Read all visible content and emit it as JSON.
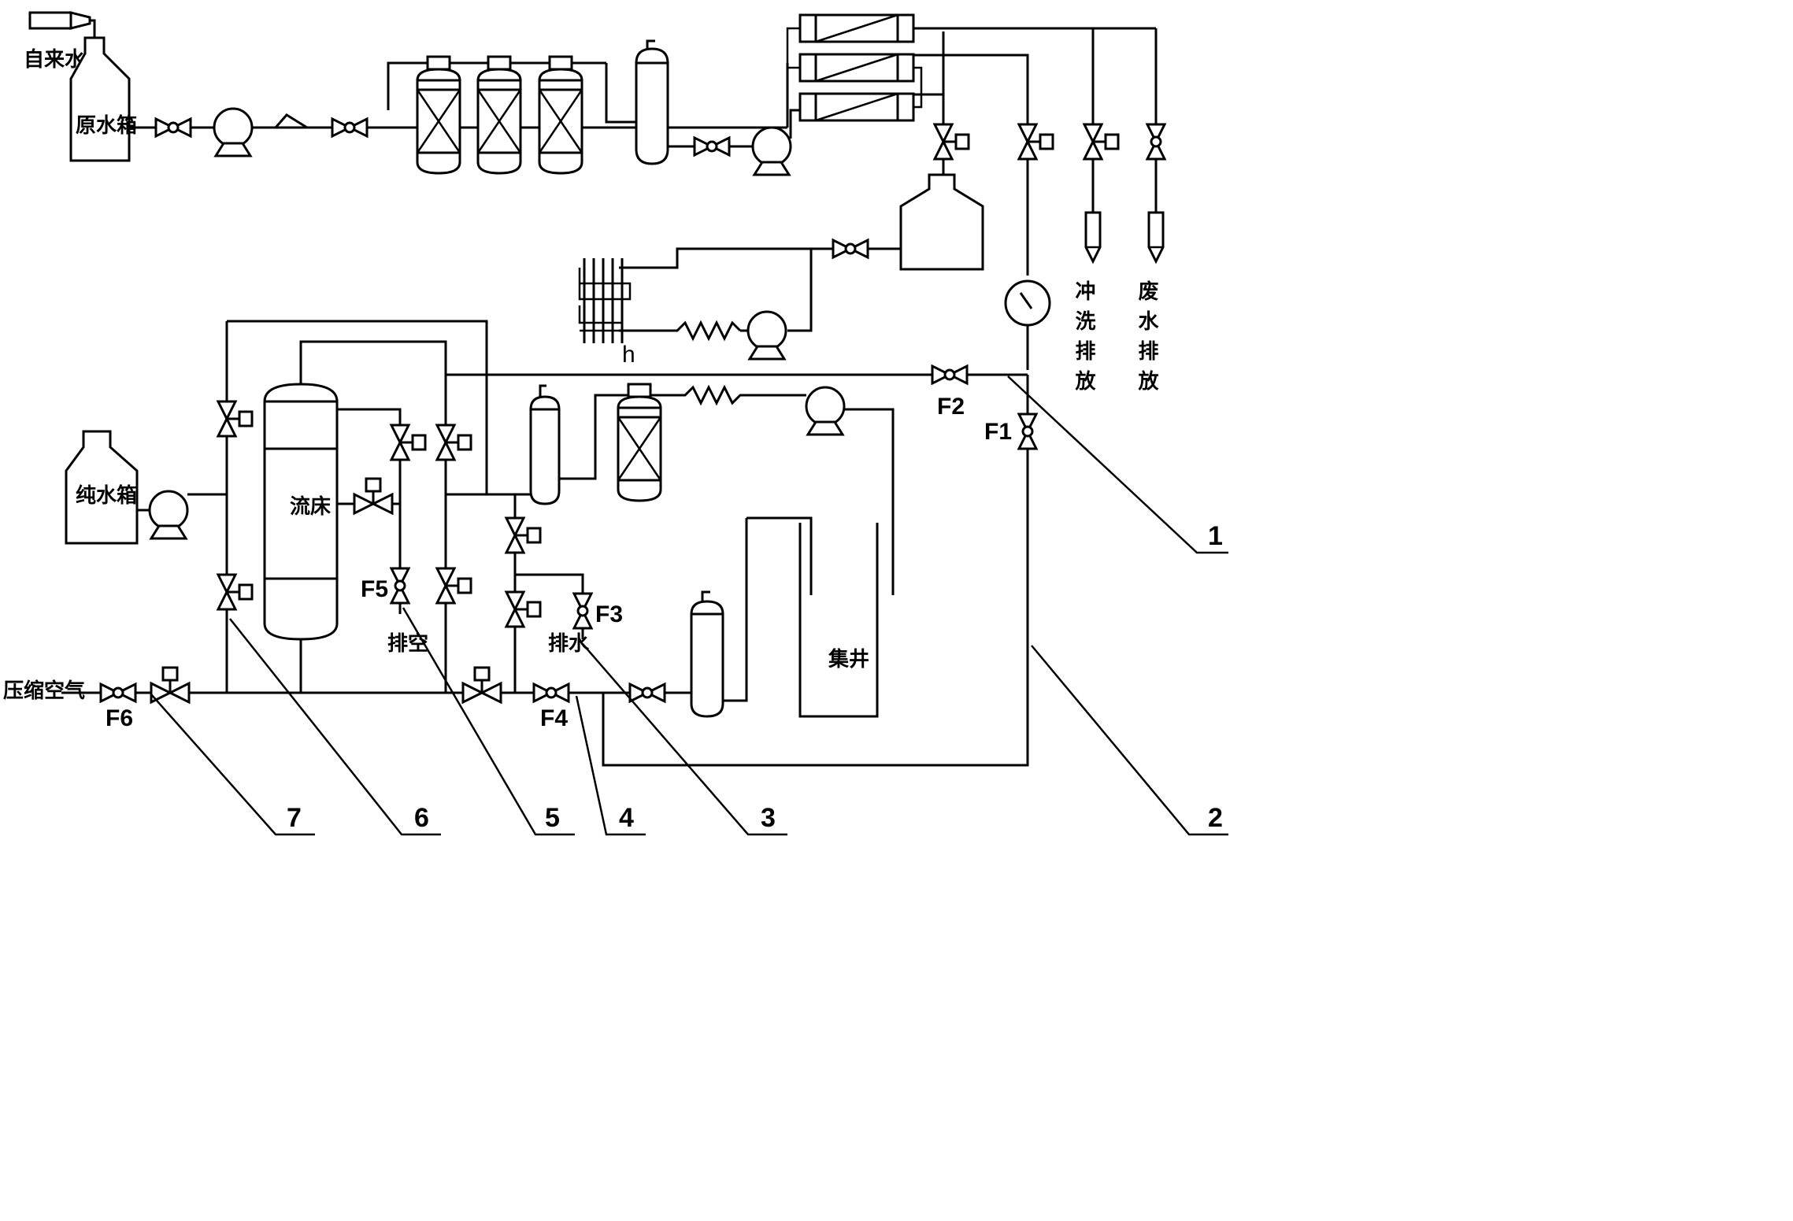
{
  "labels": {
    "tap_water": "自来水",
    "raw_water_tank": "原水箱",
    "pure_water_tank": "纯水箱",
    "fluid_bed": "流床",
    "sump_well": "集井",
    "compressed_air": "压缩空气",
    "vent": "排空",
    "drain": "排水",
    "flush_discharge": "冲洗排放",
    "wastewater_discharge": "废水排放",
    "h": "h"
  },
  "valve_tags": {
    "F1": "F1",
    "F2": "F2",
    "F3": "F3",
    "F4": "F4",
    "F5": "F5",
    "F6": "F6"
  },
  "callouts": [
    "1",
    "2",
    "3",
    "4",
    "5",
    "6",
    "7"
  ]
}
